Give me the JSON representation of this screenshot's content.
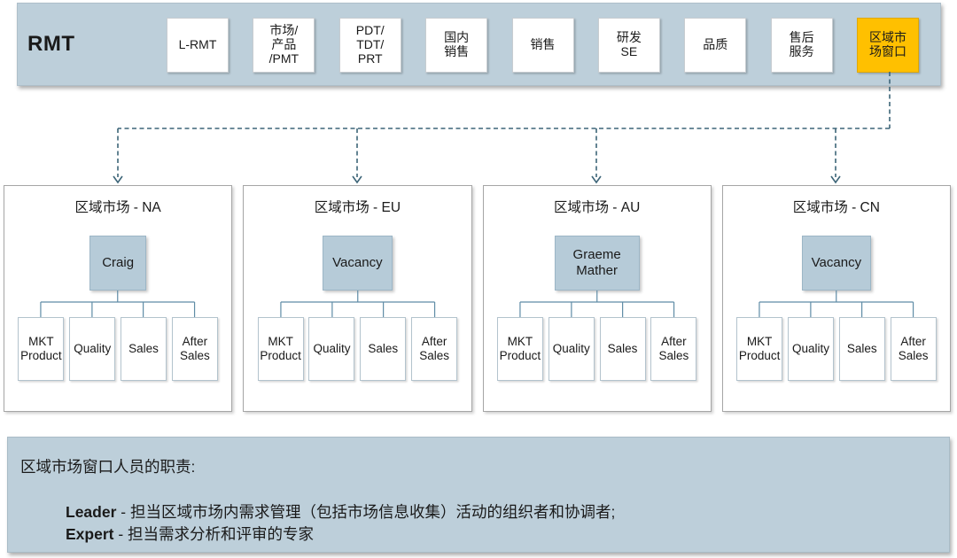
{
  "colors": {
    "panel_bg": "#bdcfda",
    "highlight": "#ffc000",
    "leader_bg": "#b6cbd8",
    "connector": "#3d6578",
    "tree_line": "#5f8ca6"
  },
  "topbar": {
    "title": "RMT",
    "boxes": [
      {
        "label": "L-RMT"
      },
      {
        "label": "市场/\n产品\n/PMT"
      },
      {
        "label": "PDT/\nTDT/\nPRT"
      },
      {
        "label": "国内\n销售"
      },
      {
        "label": "销售"
      },
      {
        "label": "研发\nSE"
      },
      {
        "label": "品质"
      },
      {
        "label": "售后\n服务"
      },
      {
        "label": "区域市\n场窗口",
        "highlighted": true
      }
    ]
  },
  "diagram": {
    "connection": {
      "from": "区域市场窗口",
      "to": [
        "区域市场 - NA",
        "区域市场 - EU",
        "区域市场 - AU",
        "区域市场 - CN"
      ],
      "style": "dashed-arrow"
    }
  },
  "regions": [
    {
      "title": "区域市场 - NA",
      "leader": "Craig"
    },
    {
      "title": "区域市场 - EU",
      "leader": "Vacancy"
    },
    {
      "title": "区域市场 - AU",
      "leader": "Graeme Mather"
    },
    {
      "title": "区域市场 - CN",
      "leader": "Vacancy"
    }
  ],
  "sub_roles": [
    "MKT Product",
    "Quality",
    "Sales",
    "After Sales"
  ],
  "footer": {
    "heading": "区域市场窗口人员的职责:",
    "duties": [
      {
        "term": "Leader",
        "desc": " - 担当区域市场内需求管理（包括市场信息收集）活动的组织者和协调者;"
      },
      {
        "term": "Expert",
        "desc": " - 担当需求分析和评审的专家"
      }
    ]
  }
}
